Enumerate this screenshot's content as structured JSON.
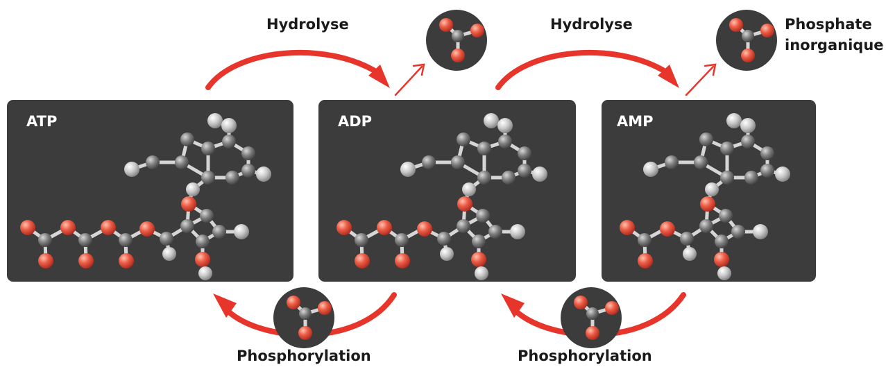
{
  "molecules": [
    {
      "label": "ATP"
    },
    {
      "label": "ADP"
    },
    {
      "label": "AMP"
    }
  ],
  "processes": {
    "hydrolysis_1": "Hydrolyse",
    "hydrolysis_2": "Hydrolyse",
    "phosphorylation_1": "Phosphorylation",
    "phosphorylation_2": "Phosphorylation"
  },
  "phosphate": {
    "label_line_1": "Phosphate",
    "label_line_2": "inorganique"
  },
  "colors": {
    "arrow": "#e8352b",
    "oxygen_atom": "#e8513f",
    "carbon_atom": "#8a8a8a",
    "hydrogen_atom": "#cfcfcf",
    "panel": "#3c3c3c",
    "badge": "#3c3c3c"
  }
}
